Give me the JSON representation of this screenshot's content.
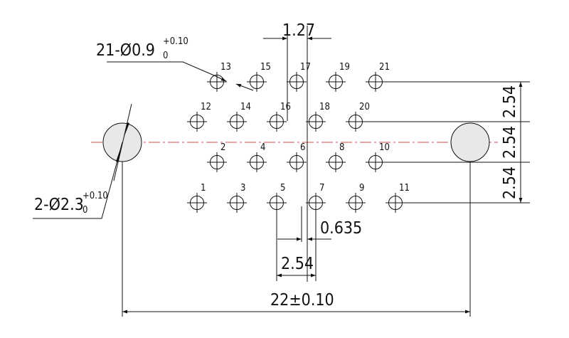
{
  "pins": {
    "p1": "1",
    "p2": "2",
    "p3": "3",
    "p4": "4",
    "p5": "5",
    "p6": "6",
    "p7": "7",
    "p8": "8",
    "p9": "9",
    "p10": "10",
    "p11": "11",
    "p12": "12",
    "p13": "13",
    "p14": "14",
    "p15": "15",
    "p16": "16",
    "p17": "17",
    "p18": "18",
    "p19": "19",
    "p20": "20",
    "p21": "21"
  },
  "dims": {
    "pitch_top": "1.27",
    "hole_small_prefix": "21-Ø0.9",
    "hole_small_upper": "+0.10",
    "hole_small_lower": "0",
    "hole_big_prefix": "2-Ø2.3",
    "hole_big_upper": "+0.10",
    "hole_big_lower": "0",
    "row_pitch_1": "2.54",
    "row_pitch_2": "2.54",
    "row_pitch_3": "2.54",
    "offset_bottom": "0.635",
    "pitch_bottom": "2.54",
    "overall": "22±0.10"
  }
}
